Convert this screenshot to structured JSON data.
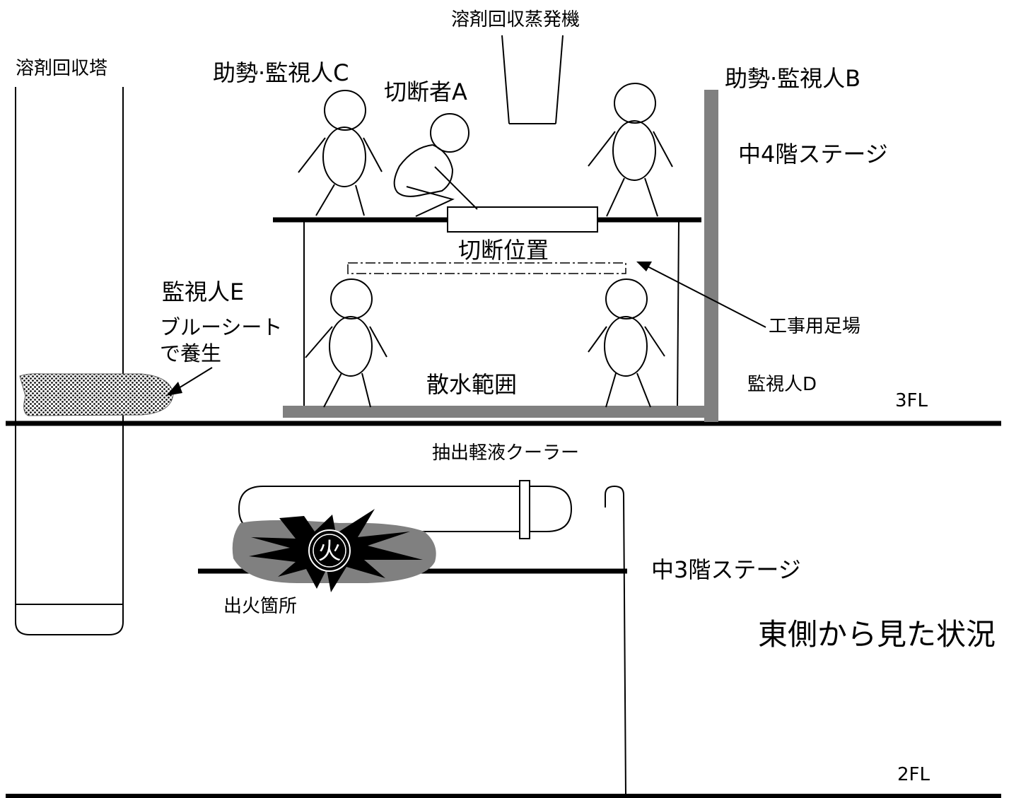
{
  "labels": {
    "evaporator": "溶剤回収蒸発機",
    "tower": "溶剤回収塔",
    "assistant_c": "助勢·監視人C",
    "cutter_a": "切断者A",
    "assistant_b": "助勢·監視人B",
    "stage_mid4": "中4階ステージ",
    "cut_position": "切断位置",
    "watcher_e": "監視人E",
    "blue_sheet_1": "ブルーシート",
    "blue_sheet_2": "で養生",
    "scaffold": "工事用足場",
    "spray_range": "散水範囲",
    "watcher_d": "監視人D",
    "floor_3": "3FL",
    "cooler": "抽出軽液クーラー",
    "stage_mid3": "中3階ステージ",
    "fire_origin": "出火箇所",
    "fire_symbol": "火",
    "view_title": "東側から見た状況",
    "floor_2": "2FL"
  }
}
